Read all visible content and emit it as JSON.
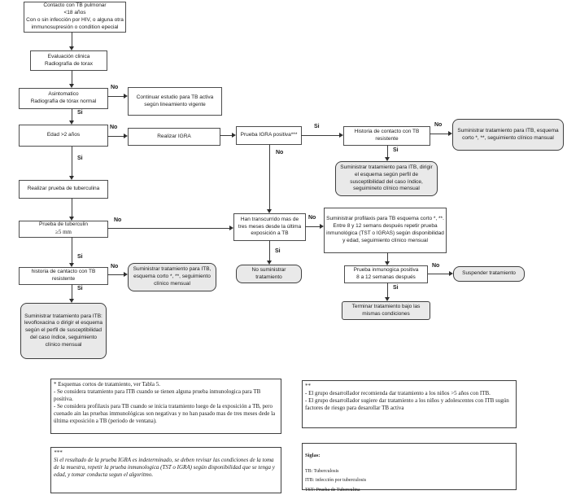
{
  "flowchart": {
    "nodes": {
      "contacto": "Contacto con TB pulmonar\n<18 años\nCon o sin infección por HIV, o alguna  otra\nimmunosupresión o condition epecial",
      "evaluacion": "Evaluación clinica\nRadiografía de torax",
      "asintomatico": "Asintomatico\nRadiografía de tórax normal",
      "continuar_estudio": "Continuar estudio para TB activa según lineamiento vigente",
      "edad": "Edad >2 años",
      "realizar_igra": "Realizar IGRA",
      "igra_positiva": "Prueba IGRA positiva***",
      "historia_contacto_sup": "Historia de contacto con TB resistente",
      "tto_corto_mansual": "Suministrar tratamiento para ITB, esquema corto *, **, seguimiento clínico mansual",
      "tto_dirigir": "Suministrar tratamiento para ITB, dirigir el esquema según perfil de susceptibilidad del caso índice, seguimineto clínico mensual",
      "realizar_tuberculina": "Realizar prueba de tuberculina",
      "tuberculin_l1": "Prueba de tuberculin",
      "tuberculin_l2": "≥5 mm",
      "historia_contacto_inf": "historia de cantacto con TB resistente",
      "tto_corto_mensual": "Suministrar tratamiento para ITB, esquema corto *, **, seguimiento clínico mensual",
      "tto_levofloxacina": "Suministrar tratamiento para ITB: levofloxacina o dirigir el esquema según el perfil de susceptibilidad del caso índice, seguimiento clínico mensual",
      "tres_meses": "Han transcurrido mas de tres meses desde la última exposición a TB",
      "no_suministrar": "No suministrar tratamiento",
      "profilaxis": "Suministrar profilaxis para TB esquema corto *, **. Entre 8 y 12 semans después repetir prueba inmunológica (TST o IGRAS) según disponibilidad y edad, seguimiento clínico mensual",
      "inmunologica_8_12": "Prueba inmunogica positiva\n8 a 12 semanas después",
      "suspender": "Suspender tratamiento",
      "terminar": "Terminar tratamiento bajo las mismas condiciones"
    },
    "edge_labels": {
      "si": "Si",
      "no": "No"
    },
    "colors": {
      "terminal_fill": "#e9e9e9",
      "node_border": "#4d4d4d",
      "arrow": "#2f2f2f"
    }
  },
  "footnotes": {
    "short_schemes": "* Esquemas cortos de tratamiento, ver Tabla 5.\n- Se considera tratamiento para ITB cuando se tienen alguna prueba  inmunologica para TB positiva.\n- Se considera profilaxis para TB cuando se inicia tratamiento luego de la exposición a TB, pero cuenado ain las pruebas immunológicas son negativas y no han pasado mas de tres meses dede la última exposición a TB (periodo de ventana).",
    "developer_group": "**\n- El grupo desarrollador recomienda dar tratamiento a los niños >5 años con ITB.\n- El grupo desarrollador sugiere dar tratamiento a los niños y adolescentes con ITB sugún factores de riesgo para desarollar TB activa",
    "igra_indeterminada": "***\nSi el resultado de la prueba IGRA es indeterminado, se deben revisar las condiciones de la toma de la muestra, repetir la prueba inmunologica (TST o IGRA) según disponibilidad que se tenga y edad, y tomar conducta segun el algoritmo.",
    "siglas_title": "Siglas:",
    "siglas_body": "TB: Tuberculosis\nITB: infección por tuberculosis\nTST: Prueba de Tuberculina\nIGRA: Prueba de liberación de interferón Gamma"
  }
}
